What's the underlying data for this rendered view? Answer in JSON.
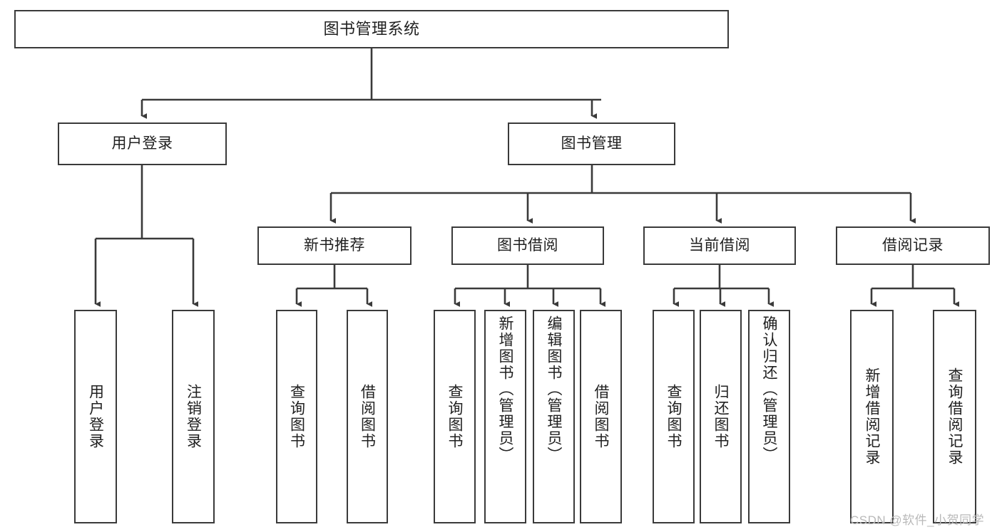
{
  "diagram": {
    "title": "图书管理系统",
    "type": "功能结构图",
    "watermark": "CSDN @软件_小贺同学",
    "stroke_color": "#3a3a3a",
    "fill_color": "#ffffff",
    "text_color": "#202020",
    "watermark_color": "#b9b9b9"
  },
  "nodes": {
    "root": {
      "label": "图书管理系统"
    },
    "level1": [
      {
        "id": "user-login",
        "label": "用户登录"
      },
      {
        "id": "book-manage",
        "label": "图书管理"
      }
    ],
    "level2": [
      {
        "id": "new-book-recommend",
        "label": "新书推荐"
      },
      {
        "id": "book-borrow",
        "label": "图书借阅"
      },
      {
        "id": "current-borrow",
        "label": "当前借阅"
      },
      {
        "id": "borrow-record",
        "label": "借阅记录"
      }
    ],
    "leaves": {
      "user_login": [
        {
          "id": "leaf-user-login",
          "label": "用户登录"
        },
        {
          "id": "leaf-logout-login",
          "label": "注销登录"
        }
      ],
      "new_book_recommend": [
        {
          "id": "leaf-query-book-1",
          "label": "查询图书"
        },
        {
          "id": "leaf-borrow-book-1",
          "label": "借阅图书"
        }
      ],
      "book_borrow": [
        {
          "id": "leaf-query-book-2",
          "label": "查询图书"
        },
        {
          "id": "leaf-add-book",
          "label": "新增图书（管理员）"
        },
        {
          "id": "leaf-edit-book",
          "label": "编辑图书（管理员）"
        },
        {
          "id": "leaf-borrow-book-2",
          "label": "借阅图书"
        }
      ],
      "current_borrow": [
        {
          "id": "leaf-query-book-3",
          "label": "查询图书"
        },
        {
          "id": "leaf-return-book",
          "label": "归还图书"
        },
        {
          "id": "leaf-confirm-return",
          "label": "确认归还（管理员）"
        }
      ],
      "borrow_record": [
        {
          "id": "leaf-add-record",
          "label": "新增借阅记录"
        },
        {
          "id": "leaf-query-record",
          "label": "查询借阅记录"
        }
      ]
    }
  }
}
